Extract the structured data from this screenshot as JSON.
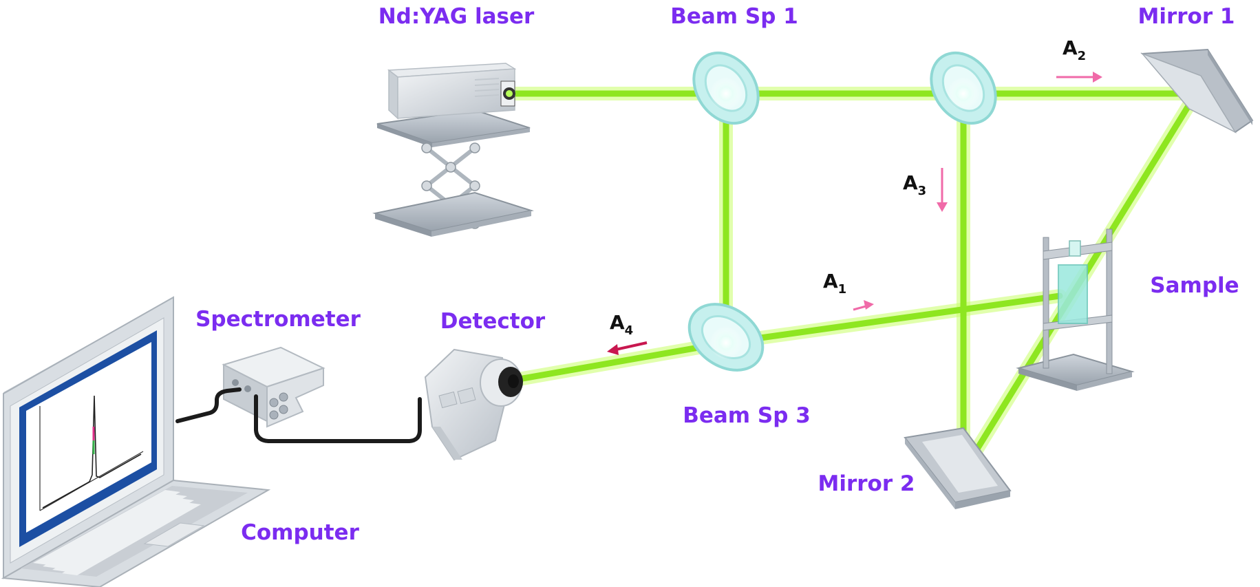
{
  "labels": {
    "laser": "Nd:YAG laser",
    "beam_sp_1": "Beam Sp 1",
    "mirror_1": "Mirror 1",
    "sample": "Sample",
    "beam_sp_3": "Beam Sp 3",
    "mirror_2": "Mirror 2",
    "detector": "Detector",
    "spectrometer": "Spectrometer",
    "computer": "Computer"
  },
  "arrows": {
    "a1": {
      "main": "A",
      "sub": "1"
    },
    "a2": {
      "main": "A",
      "sub": "2"
    },
    "a3": {
      "main": "A",
      "sub": "3"
    },
    "a4": {
      "main": "A",
      "sub": "4"
    }
  },
  "colors": {
    "label": "#7b2cf0",
    "beam": "#8ee620",
    "arrow_pink": "#f06aa8",
    "arrow_dark": "#c8174f"
  }
}
